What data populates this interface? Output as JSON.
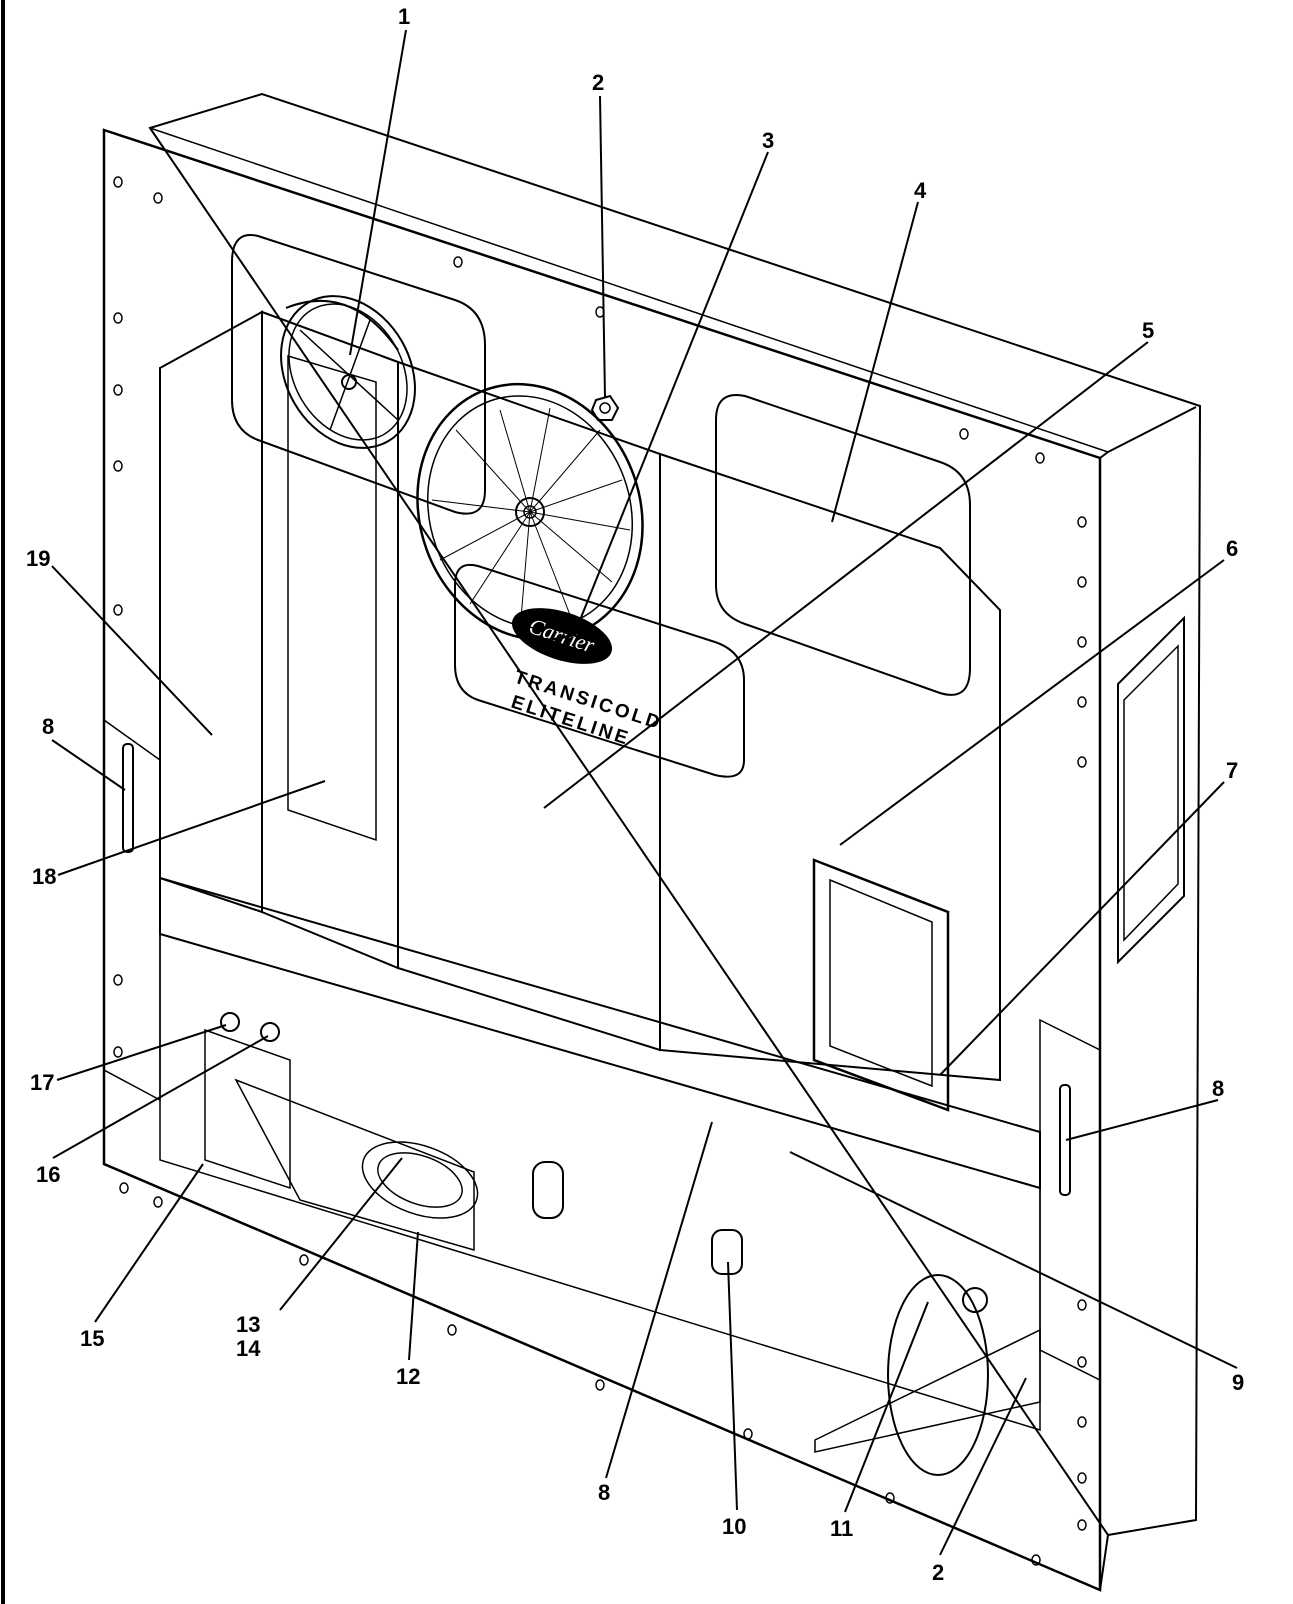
{
  "logo": {
    "brand": "Carrier",
    "line1": "TRANSICOLD",
    "line2": "ELITELINE"
  },
  "callouts": [
    "1",
    "2",
    "3",
    "4",
    "5",
    "6",
    "7",
    "8",
    "8",
    "8",
    "9",
    "10",
    "11",
    "2",
    "12",
    "13",
    "14",
    "15",
    "16",
    "17",
    "18",
    "19"
  ]
}
